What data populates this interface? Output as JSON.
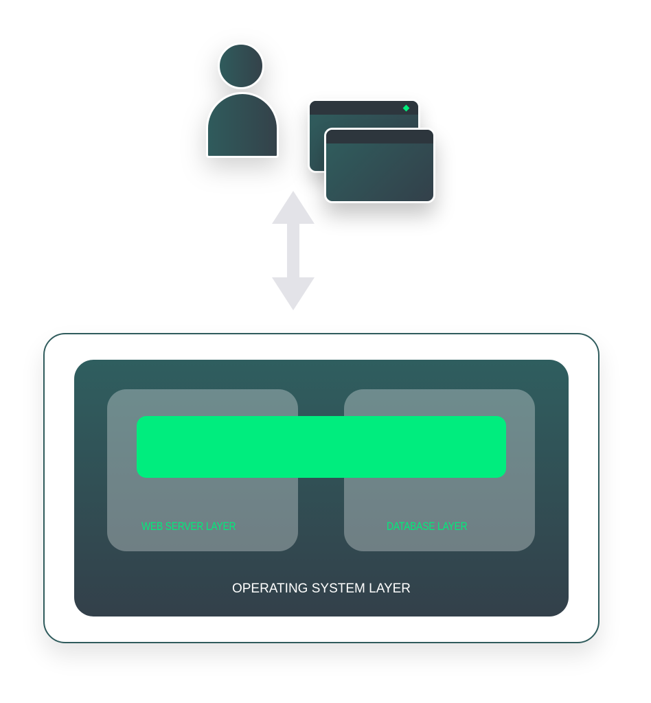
{
  "icons": {
    "user": "user-icon",
    "windows": "browser-windows-icon",
    "arrow": "double-arrow-vertical-icon"
  },
  "layers": {
    "web_server": "WEB SERVER LAYER",
    "database": "DATABASE LAYER",
    "operating_system": "OPERATING SYSTEM LAYER"
  },
  "colors": {
    "accent_green": "#00ed7e",
    "dark_teal": "#2f5e5f",
    "dark_slate": "#33404a",
    "arrow_gray": "#e3e3e8"
  }
}
